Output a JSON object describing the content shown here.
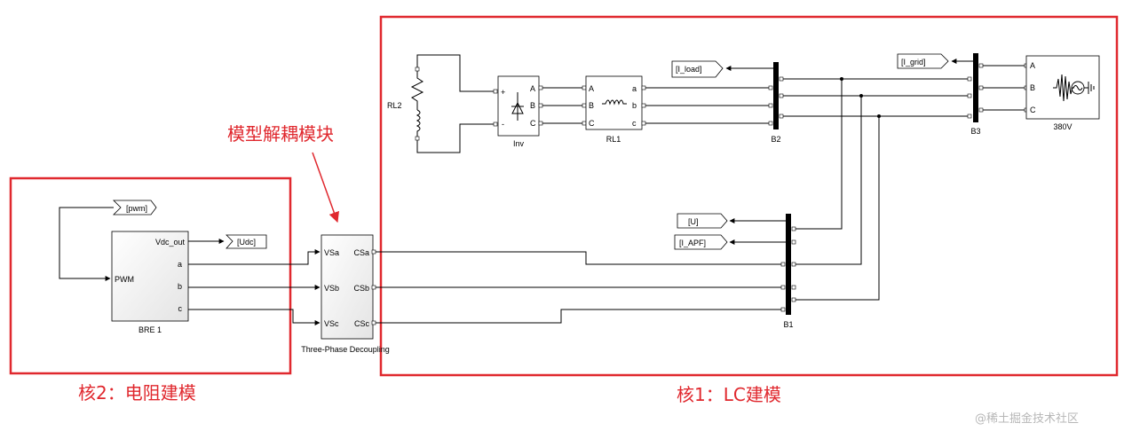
{
  "annotations": {
    "decoupling_module": "模型解耦模块",
    "core2": "核2：电阻建模",
    "core1": "核1：LC建模"
  },
  "blocks": {
    "pwm_block": {
      "name": "BRE 1",
      "ports_in": [
        "PWM"
      ],
      "ports_out": [
        "Vdc_out",
        "a",
        "b",
        "c"
      ]
    },
    "decoupling": {
      "name": "Three-Phase Decoupling",
      "ports_in": [
        "VSa",
        "VSb",
        "VSc"
      ],
      "ports_out": [
        "CSa",
        "CSb",
        "CSc"
      ]
    },
    "inverter": {
      "name": "Inv",
      "ports_in": [
        "+",
        "-"
      ],
      "ports_out": [
        "A",
        "B",
        "C"
      ]
    },
    "rl1": {
      "name": "RL1",
      "ports_in": [
        "A",
        "B",
        "C"
      ],
      "ports_out": [
        "a",
        "b",
        "c"
      ]
    },
    "rl2": {
      "name": "RL2"
    },
    "bus_b1": {
      "name": "B1"
    },
    "bus_b2": {
      "name": "B2"
    },
    "bus_b3": {
      "name": "B3"
    },
    "source": {
      "name": "380V",
      "ports": [
        "A",
        "B",
        "C"
      ]
    }
  },
  "tags": {
    "pwm": "[pwm]",
    "udc": "[Udc]",
    "u": "[U]",
    "i_apf": "[I_APF]",
    "i_load": "[I_load]",
    "i_grid": "[I_grid]"
  },
  "watermark": "@稀土掘金技术社区",
  "colors": {
    "annotation_red": "#e0282e",
    "wire": "#000000"
  }
}
